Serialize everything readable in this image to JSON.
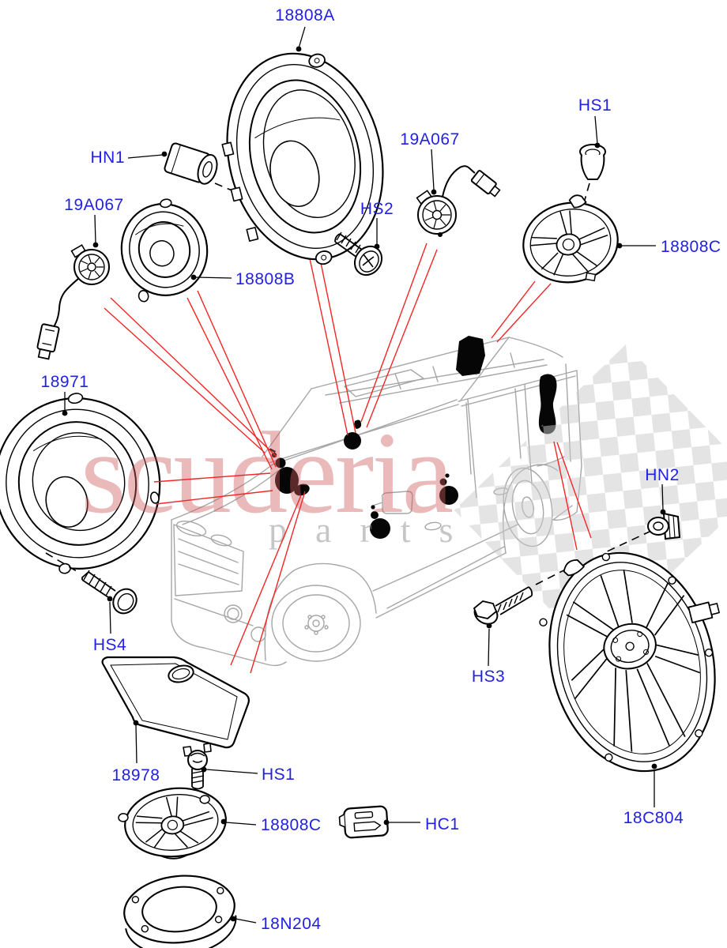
{
  "labels": [
    "18808A",
    "HN1",
    "19A067",
    "18808B",
    "HS2",
    "19A067",
    "HS1",
    "18808C",
    "18971",
    "HN2",
    "HS3",
    "18C804",
    "HS4",
    "18978",
    "HS1",
    "18808C",
    "HC1",
    "18N204"
  ],
  "watermark": {
    "brand": "scuderia",
    "tagline": "parts"
  },
  "colors": {
    "label_blue": "#2222e2",
    "callout_red": "#f42525",
    "ink_black": "#000000",
    "car_gray": "#a6a6a6",
    "brand_pink": "#cf5b5b",
    "checker_gray": "#c9c9c9"
  }
}
